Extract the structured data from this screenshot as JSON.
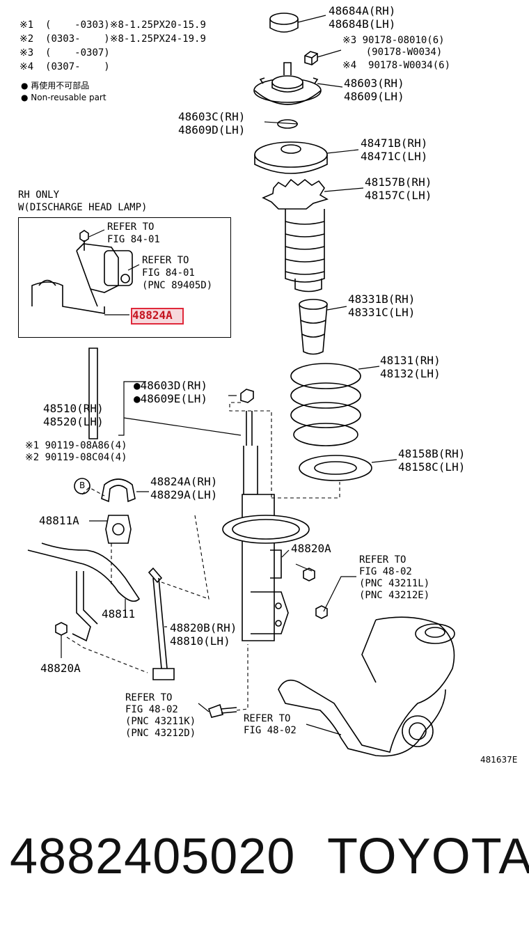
{
  "notes": {
    "n1": "※1  (    -0303)※8-1.25PX20-15.9",
    "n2": "※2  (0303-    )※8-1.25PX24-19.9",
    "n3": "※3  (    -0307)",
    "n4": "※4  (0307-    )",
    "legend_jp": "● 再使用不可部品",
    "legend_en": "● Non-reusable part"
  },
  "inset": {
    "title1": "RH ONLY",
    "title2": "W(DISCHARGE HEAD LAMP)",
    "refer_a1": "REFER TO",
    "refer_a2": "FIG 84-01",
    "refer_b1": "REFER TO",
    "refer_b2": "FIG 84-01",
    "refer_b3": "(PNC 89405D)",
    "highlight": "48824A"
  },
  "labels": {
    "p48684": "48684A(RH)\n48684B(LH)",
    "p90178a": "※3 90178-08010(6)\n    (90178-W0034)",
    "p90178b": "※4  90178-W0034(6)",
    "p48603": "48603(RH)\n48609(LH)",
    "p48603c": "48603C(RH)\n48609D(LH)",
    "p48471": "48471B(RH)\n48471C(LH)",
    "p48157": "48157B(RH)\n48157C(LH)",
    "p48331": "48331B(RH)\n48331C(LH)",
    "p48131": "48131(RH)\n48132(LH)",
    "p48603d": "●48603D(RH)\n●48609E(LH)",
    "p48510": "48510(RH)\n48520(LH)",
    "p90119": "※1 90119-08A86(4)\n※2 90119-08C04(4)",
    "p48158": "48158B(RH)\n48158C(LH)",
    "p48824": "48824A(RH)\n48829A(LH)",
    "p48811a": "48811A",
    "p48820a_right": "48820A",
    "ref_48_02_a": "REFER TO\nFIG 48-02\n(PNC 43211L)\n(PNC 43212E)",
    "p48811": "48811",
    "p48820b": "48820B(RH)\n48810(LH)",
    "p48820a_left": "48820A",
    "ref_48_02_b": "REFER TO\nFIG 48-02\n(PNC 43211K)\n(PNC 43212D)",
    "ref_48_02_c": "REFER TO\nFIG 48-02",
    "circle_b": "B",
    "fig_id": "481637E"
  },
  "footer": {
    "part_number": "4882405020",
    "brand": "TOYOTA"
  }
}
